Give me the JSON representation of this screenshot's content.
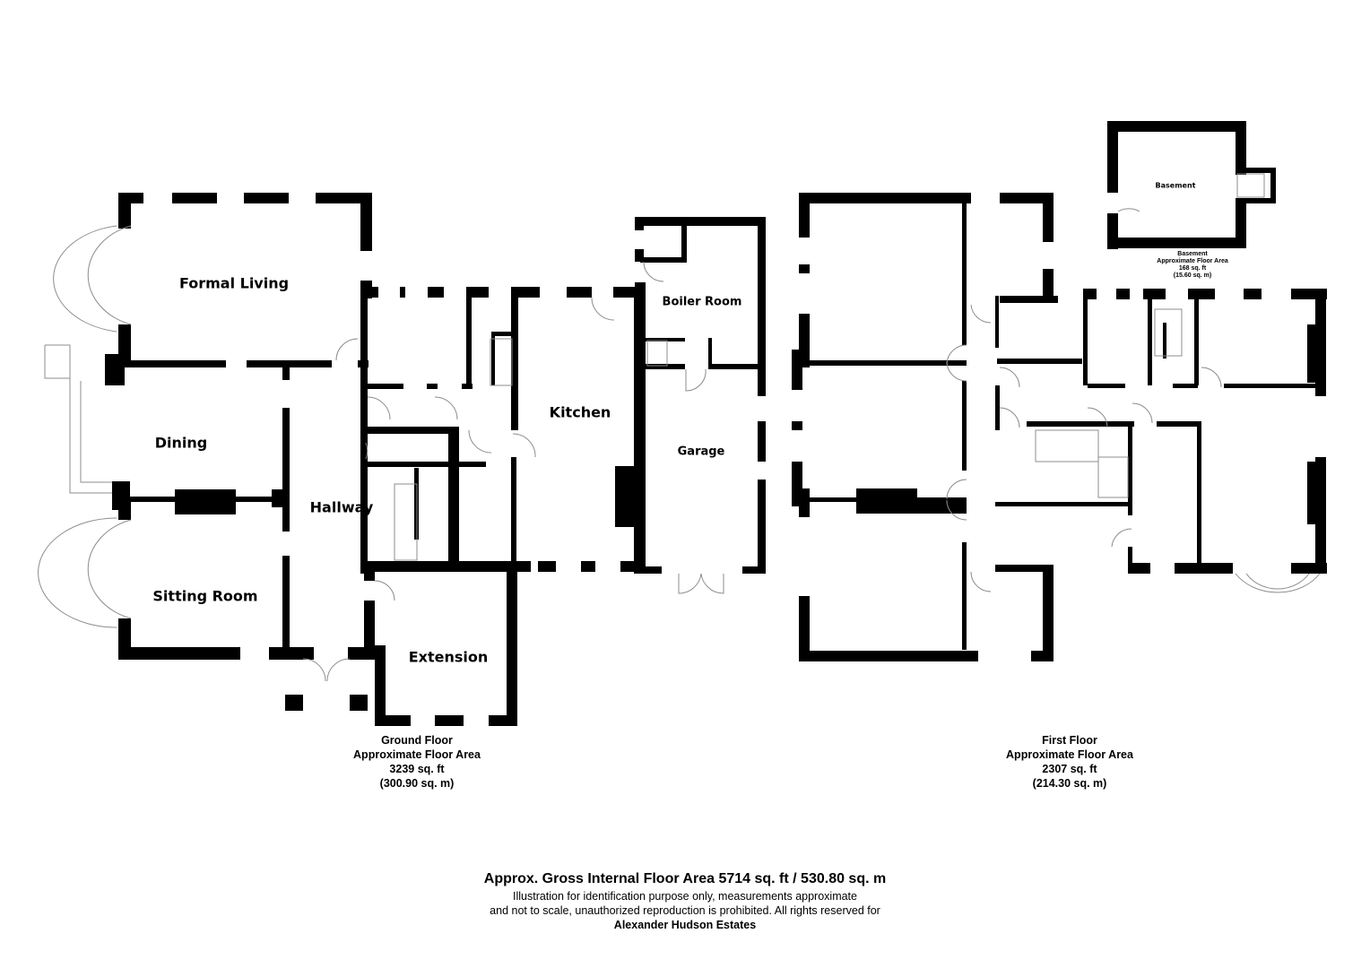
{
  "ground_floor": {
    "rooms": {
      "formal_living": "Formal Living",
      "dining": "Dining",
      "hallway": "Hallway",
      "sitting_room": "Sitting Room",
      "kitchen": "Kitchen",
      "boiler_room": "Boiler Room",
      "garage": "Garage",
      "extension": "Extension"
    },
    "area": {
      "title": "Ground Floor",
      "subtitle": "Approximate Floor Area",
      "sq_ft": "3239 sq. ft",
      "sq_m": "(300.90 sq. m)"
    }
  },
  "basement": {
    "rooms": {
      "basement": "Basement"
    },
    "area": {
      "title": "Basement",
      "subtitle": "Approximate Floor Area",
      "sq_ft": "168 sq. ft",
      "sq_m": "(15.60 sq. m)"
    }
  },
  "first_floor": {
    "area": {
      "title": "First Floor",
      "subtitle": "Approximate Floor Area",
      "sq_ft": "2307 sq. ft",
      "sq_m": "(214.30 sq. m)"
    }
  },
  "footer": {
    "headline": "Approx. Gross Internal Floor Area 5714 sq. ft / 530.80 sq. m",
    "disclaimer_line1": "Illustration for identification purpose only, measurements approximate",
    "disclaimer_line2": "and not to scale, unauthorized reproduction is prohibited. All rights reserved for",
    "company": "Alexander Hudson Estates"
  },
  "colors": {
    "wall": "#000000",
    "background": "#ffffff",
    "window": "#9a9a9a"
  }
}
